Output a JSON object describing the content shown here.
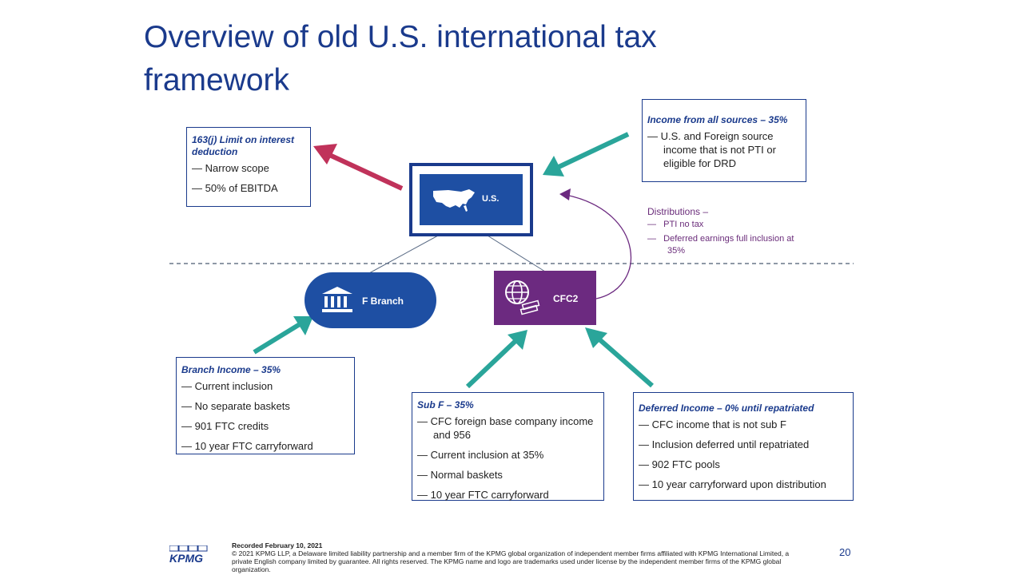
{
  "slide": {
    "title_line1": "Overview of old U.S. international tax",
    "title_line2": "framework",
    "page_number": "20"
  },
  "nodes": {
    "us": "U.S.",
    "branch": "F Branch",
    "cfc": "CFC2"
  },
  "box_interest": {
    "title": "163(j) Limit on interest deduction",
    "items": [
      "Narrow scope",
      "50% of EBITDA"
    ]
  },
  "box_income": {
    "title": "Income from all sources – 35%",
    "items": [
      "U.S. and Foreign source income that is not PTI or eligible for DRD"
    ]
  },
  "distributions": {
    "title": "Distributions –",
    "items": [
      "PTI no tax",
      "Deferred earnings full inclusion at 35%"
    ]
  },
  "box_branch": {
    "title": "Branch Income – 35%",
    "items": [
      "Current inclusion",
      "No separate baskets",
      "901 FTC credits",
      "10 year FTC carryforward"
    ]
  },
  "box_subf": {
    "title": "Sub F – 35%",
    "items": [
      "CFC foreign base company income and 956",
      "Current inclusion at 35%",
      "Normal baskets",
      "10 year FTC carryforward"
    ]
  },
  "box_deferred": {
    "title": "Deferred Income – 0% until repatriated",
    "items": [
      "CFC income that is not sub F",
      "Inclusion deferred until repatriated",
      "902 FTC pools",
      "10 year carryforward upon distribution"
    ]
  },
  "footer": {
    "logo": "KPMG",
    "recorded": "Recorded February 10, 2021",
    "copyright": "© 2021 KPMG LLP, a Delaware limited liability partnership and a member firm of the KPMG global organization of independent member firms affiliated with KPMG International Limited, a private English company limited by guarantee. All rights reserved. The KPMG name and logo are trademarks used under license by the independent member firms of the KPMG global organization."
  },
  "colors": {
    "navy": "#1a3a8c",
    "blue": "#1e4fa3",
    "purple": "#6c2a80",
    "teal": "#2aa59a",
    "crimson": "#c0325a"
  }
}
